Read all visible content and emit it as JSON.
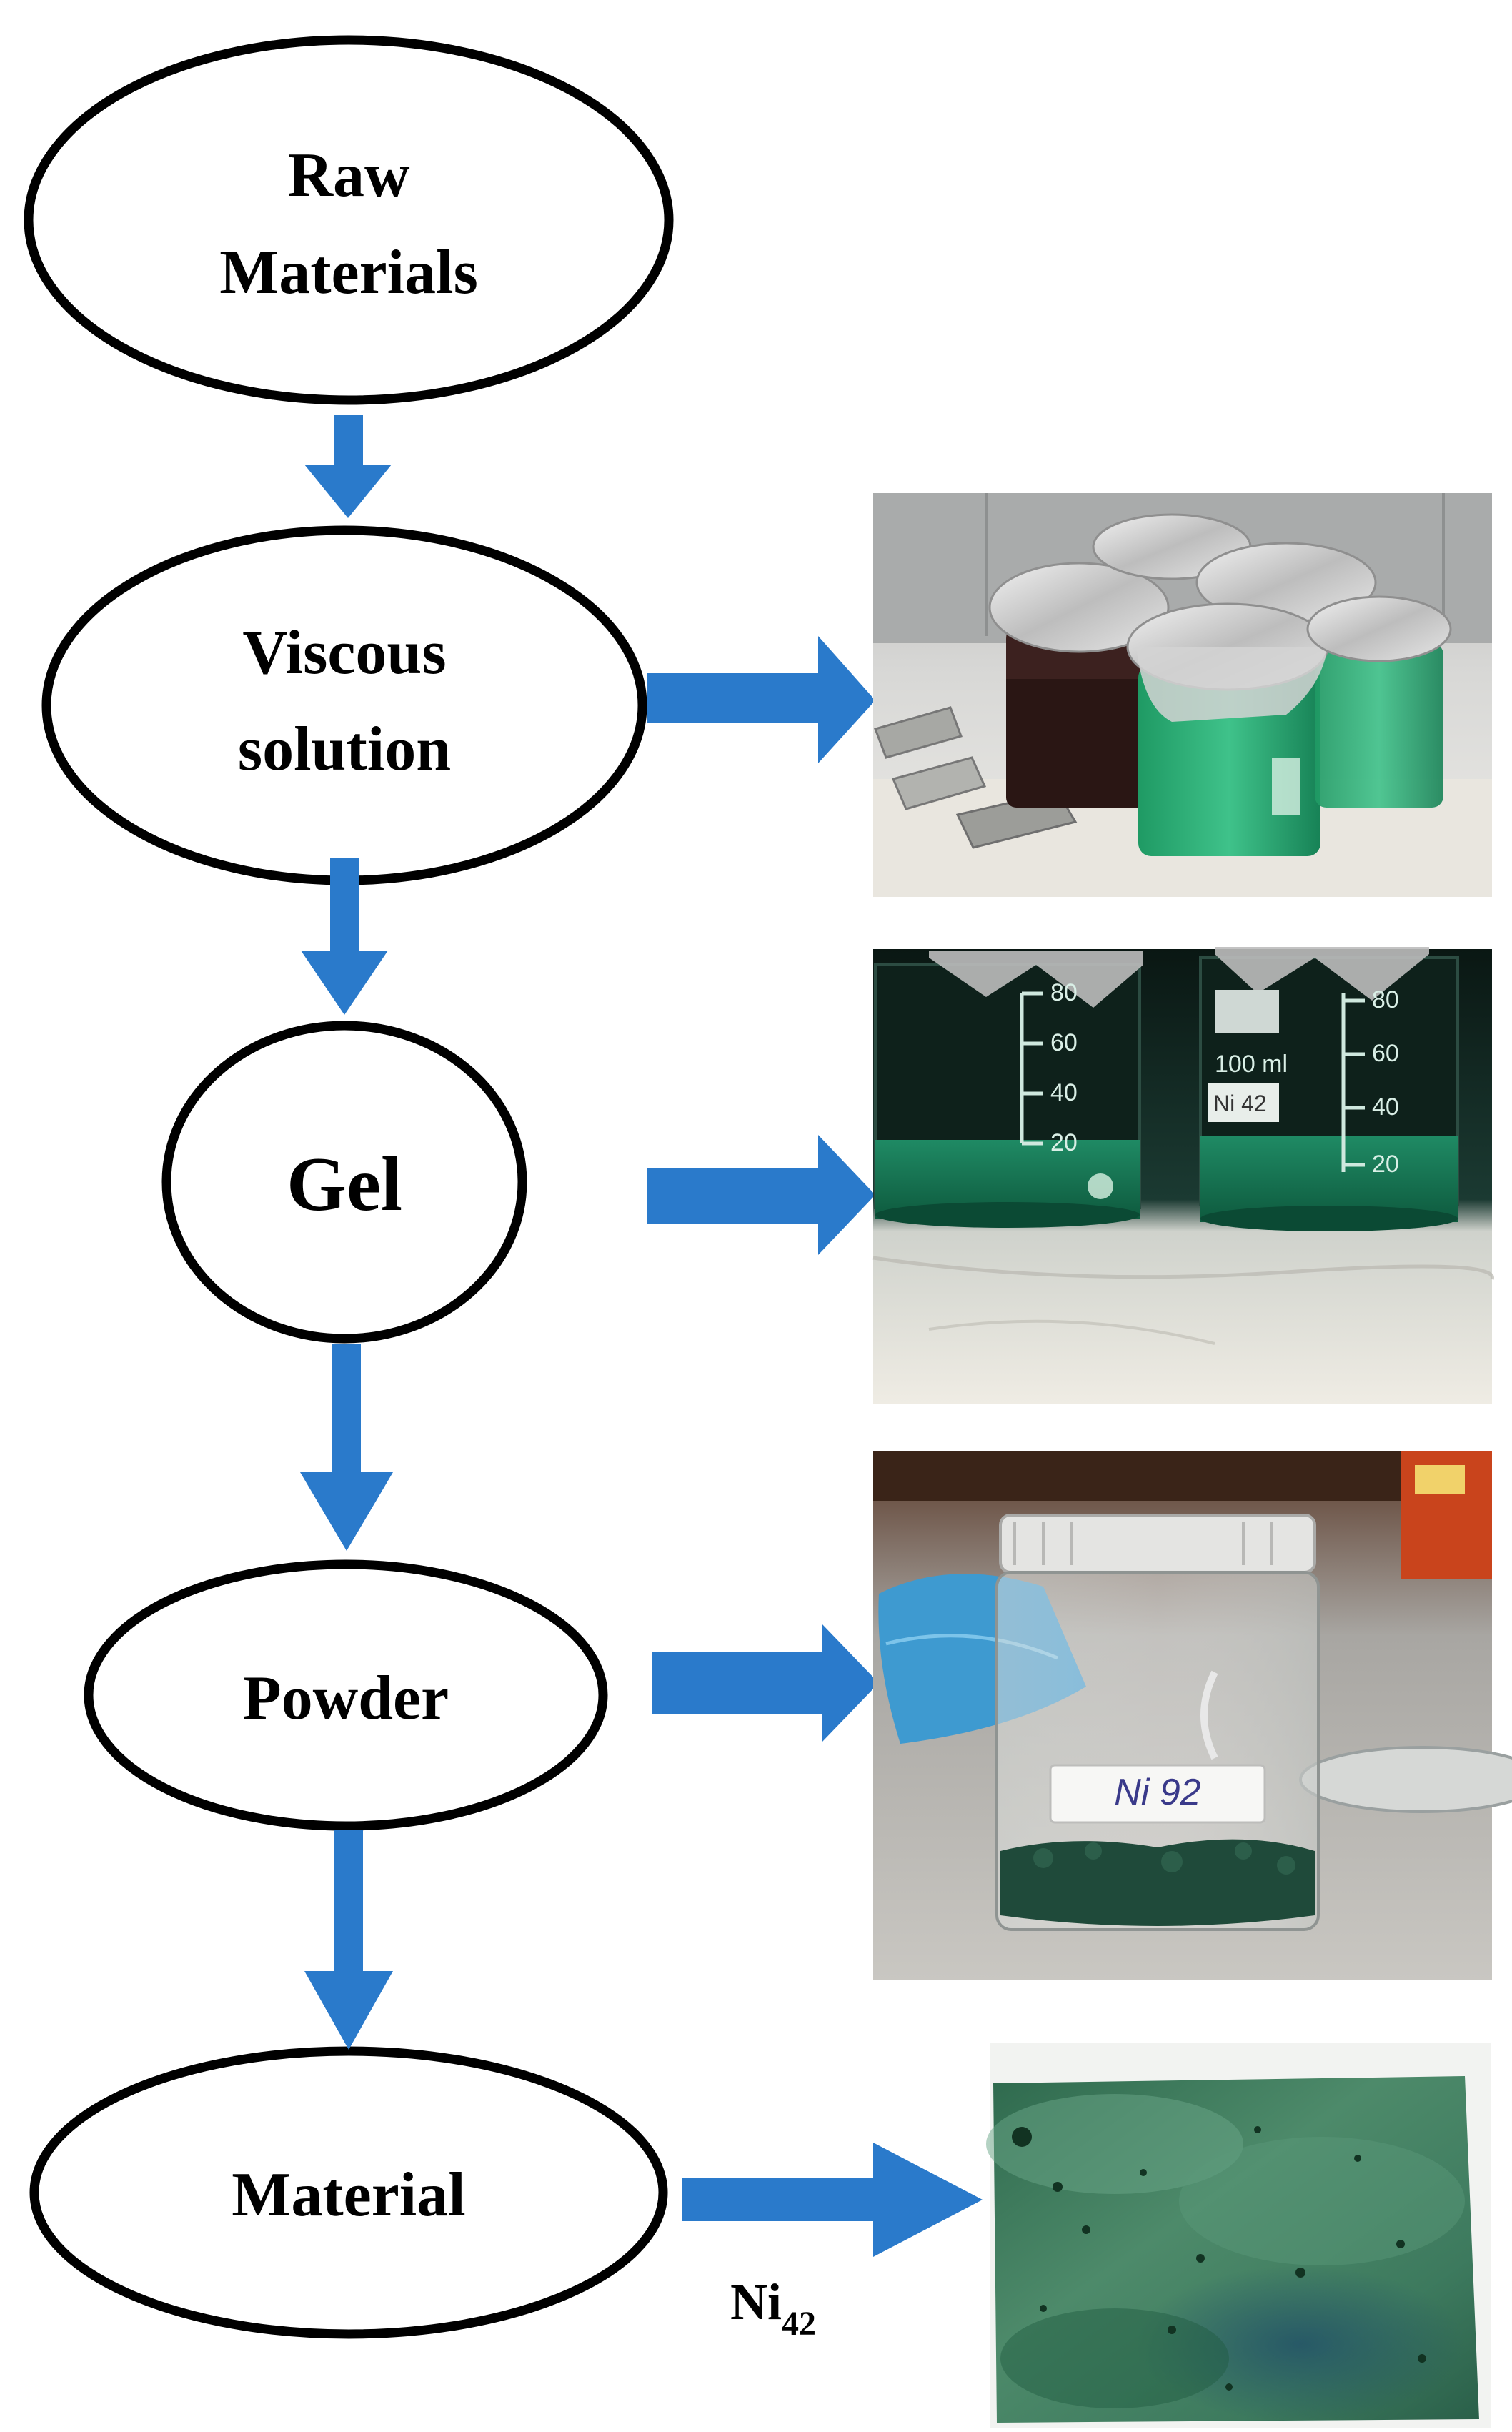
{
  "colors": {
    "arrow": "#2a7acb",
    "ellipse_stroke": "#000000",
    "text": "#000000"
  },
  "nodes": [
    {
      "id": "raw-materials",
      "lines": [
        "Raw",
        "Materials"
      ]
    },
    {
      "id": "viscous-solution",
      "lines": [
        "Viscous",
        "solution"
      ]
    },
    {
      "id": "gel",
      "lines": [
        "Gel"
      ]
    },
    {
      "id": "powder",
      "lines": [
        "Powder"
      ]
    },
    {
      "id": "material",
      "lines": [
        "Material"
      ]
    }
  ],
  "photos": [
    {
      "id": "photo-viscous-solution",
      "depicts": "foil-covered beakers with green and dark solutions"
    },
    {
      "id": "photo-gel",
      "depicts": "two beakers with green gel"
    },
    {
      "id": "photo-powder",
      "depicts": "glass jar with green powder",
      "jar_label": "Ni 92"
    },
    {
      "id": "photo-material",
      "depicts": "green porous material sample"
    }
  ],
  "beaker_marks": [
    "80",
    "60",
    "40",
    "20"
  ],
  "beaker_text": {
    "volume": "100 ml",
    "tag": "Ni 42"
  },
  "sample_label": {
    "base": "Ni",
    "subscript": "42"
  }
}
